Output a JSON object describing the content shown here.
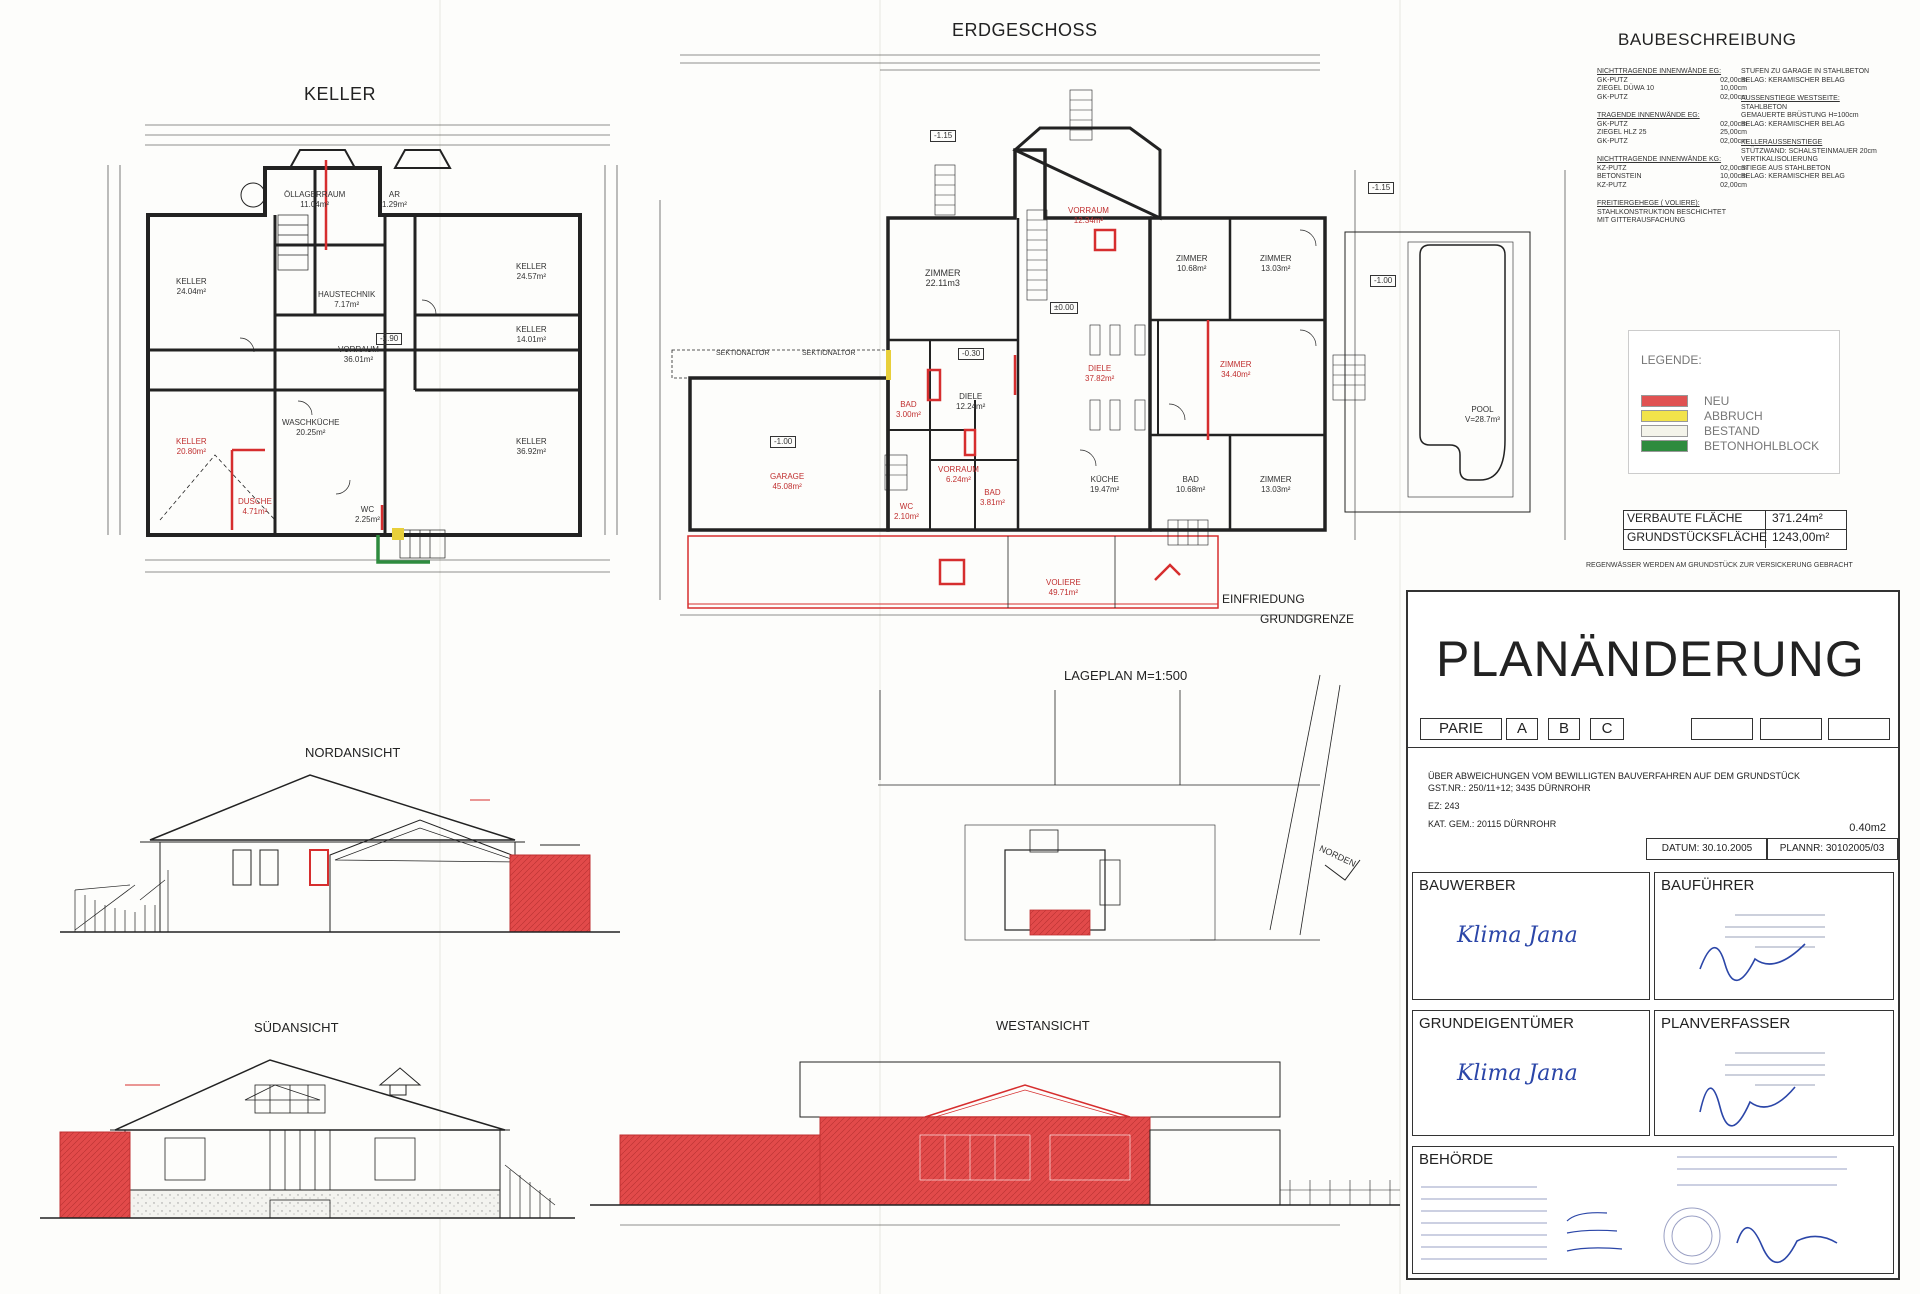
{
  "headings": {
    "keller": "KELLER",
    "erdgeschoss": "ERDGESCHOSS",
    "baubeschreibung": "BAUBESCHREIBUNG",
    "lageplan": "LAGEPLAN  M=1:500",
    "nordansicht": "NORDANSICHT",
    "suedansicht": "SÜDANSICHT",
    "westansicht": "WESTANSICHT"
  },
  "baubeschreibung": {
    "left": [
      {
        "heading": "NICHTTRAGENDE INNENWÄNDE EG:",
        "rows": [
          [
            "GK-PUTZ",
            "02,00cm"
          ],
          [
            "ZIEGEL DÜWA 10",
            "10,00cm"
          ],
          [
            "GK-PUTZ",
            "02,00cm"
          ]
        ]
      },
      {
        "heading": "TRAGENDE INNENWÄNDE EG:",
        "rows": [
          [
            "GK-PUTZ",
            "02,00cm"
          ],
          [
            "ZIEGEL HLZ 25",
            "25,00cm"
          ],
          [
            "GK-PUTZ",
            "02,00cm"
          ]
        ]
      },
      {
        "heading": "NICHTTRAGENDE INNENWÄNDE KG:",
        "rows": [
          [
            "KZ-PUTZ",
            "02,00cm"
          ],
          [
            "BETONSTEIN",
            "10,00cm"
          ],
          [
            "KZ-PUTZ",
            "02,00cm"
          ]
        ]
      },
      {
        "heading": "FREITIERGEHEGE ( VOLIERE):",
        "rows": [
          [
            "STAHLKONSTRUKTION BESCHICHTET",
            ""
          ],
          [
            "MIT GITTERAUSFACHUNG",
            ""
          ]
        ]
      }
    ],
    "right": [
      {
        "heading": "",
        "rows": [
          "STUFEN ZU GARAGE IN STAHLBETON",
          "BELAG: KERAMISCHER BELAG"
        ]
      },
      {
        "heading": "AUSSENSTIEGE WESTSEITE:",
        "rows": [
          "STAHLBETON",
          "GEMAUERTE BRÜSTUNG H=100cm",
          "BELAG: KERAMISCHER BELAG"
        ]
      },
      {
        "heading": "KELLERAUSSENSTIEGE",
        "rows": [
          "STÜTZWAND: SCHALSTEINMAUER 20cm",
          "VERTIKALISOLIERUNG",
          "STIEGE AUS STAHLBETON",
          "BELAG: KERAMISCHER BELAG"
        ]
      }
    ]
  },
  "legend": {
    "title": "LEGENDE:",
    "items": [
      {
        "label": "NEU",
        "color": "#e05252"
      },
      {
        "label": "ABBRUCH",
        "color": "#f2e34a"
      },
      {
        "label": "BESTAND",
        "color": "#f4f4ea"
      },
      {
        "label": "BETONHOHLBLOCK",
        "color": "#2e8b3e"
      }
    ]
  },
  "areas": {
    "verbaute_label": "VERBAUTE FLÄCHE",
    "verbaute_value": "371.24m²",
    "grund_label": "GRUNDSTÜCKSFLÄCHE",
    "grund_value": "1243,00m²",
    "note": "REGENWÄSSER WERDEN AM GRUNDSTÜCK ZUR VERSICKERUNG GEBRACHT"
  },
  "keller_rooms": [
    {
      "name": "ÖLLAGERRAUM",
      "area": "11.04m²"
    },
    {
      "name": "KELLER",
      "area": "24.04m²"
    },
    {
      "name": "HAUSTECHNIK",
      "area": "7.17m²"
    },
    {
      "name": "VORRAUM",
      "area": "36.01m²"
    },
    {
      "name": "KELLER",
      "area": "24.57m²"
    },
    {
      "name": "KELLER",
      "area": "14.01m²"
    },
    {
      "name": "KELLER",
      "area": "20.80m²"
    },
    {
      "name": "WASCHKÜCHE",
      "area": "20.25m²"
    },
    {
      "name": "KELLER",
      "area": "36.92m²"
    },
    {
      "name": "DUSCHE",
      "area": "4.71m²"
    },
    {
      "name": "WC",
      "area": "2.25m²"
    },
    {
      "name": "AR",
      "area": "1.29m²"
    }
  ],
  "eg_rooms": [
    {
      "name": "ZIMMER",
      "area": "22.11m3"
    },
    {
      "name": "VORRAUM",
      "area": "12.34m²"
    },
    {
      "name": "ZIMMER",
      "area": "10.68m²"
    },
    {
      "name": "ZIMMER",
      "area": "13.03m²"
    },
    {
      "name": "GARAGE",
      "area": "45.08m²"
    },
    {
      "name": "DIELE",
      "area": "12.24m²"
    },
    {
      "name": "DIELE",
      "area": "37.82m²"
    },
    {
      "name": "ZIMMER",
      "area": "34.40m²"
    },
    {
      "name": "BAD",
      "area": "3.00m²"
    },
    {
      "name": "VORRAUM",
      "area": "6.24m²"
    },
    {
      "name": "KÜCHE",
      "area": "19.47m²"
    },
    {
      "name": "BAD",
      "area": "10.68m²"
    },
    {
      "name": "ZIMMER",
      "area": "13.03m²"
    },
    {
      "name": "BAD",
      "area": "3.81m²"
    },
    {
      "name": "WC",
      "area": "2.10m²"
    },
    {
      "name": "VOLIERE",
      "area": "49.71m²"
    },
    {
      "name": "POOL",
      "area": "V=28.7m³"
    }
  ],
  "plan_labels": {
    "einfriedung": "EINFRIEDUNG",
    "grundgrenze": "GRUNDGRENZE",
    "norden": "NORDEN",
    "level_m115": "-1.15",
    "level_m100": "-1.00",
    "level_m030": "-0.30",
    "level_000": "±0.00",
    "level_m290": "-2.90",
    "sektionaltor": "SEKTIONALTOR"
  },
  "title_block": {
    "title": "PLANÄNDERUNG",
    "parie_label": "PARIE",
    "parie_options": [
      "A",
      "B",
      "C"
    ],
    "description_1": "ÜBER ABWEICHUNGEN VOM BEWILLIGTEN BAUVERFAHREN AUF DEM GRUNDSTÜCK",
    "description_2": "GST.NR.: 250/11+12; 3435 DÜRNROHR",
    "ez": "EZ: 243",
    "kat": "KAT. GEM.: 20115 DÜRNROHR",
    "size": "0.40m2",
    "datum": "DATUM: 30.10.2005",
    "plannr": "PLANNR: 30102005/03",
    "bauwerber": "BAUWERBER",
    "baufuehrer": "BAUFÜHRER",
    "grundeigentuemer": "GRUNDEIGENTÜMER",
    "planverfasser": "PLANVERFASSER",
    "behoerde": "BEHÖRDE",
    "signature_1": "Klima Jana",
    "signature_2": "Klima Jana"
  }
}
